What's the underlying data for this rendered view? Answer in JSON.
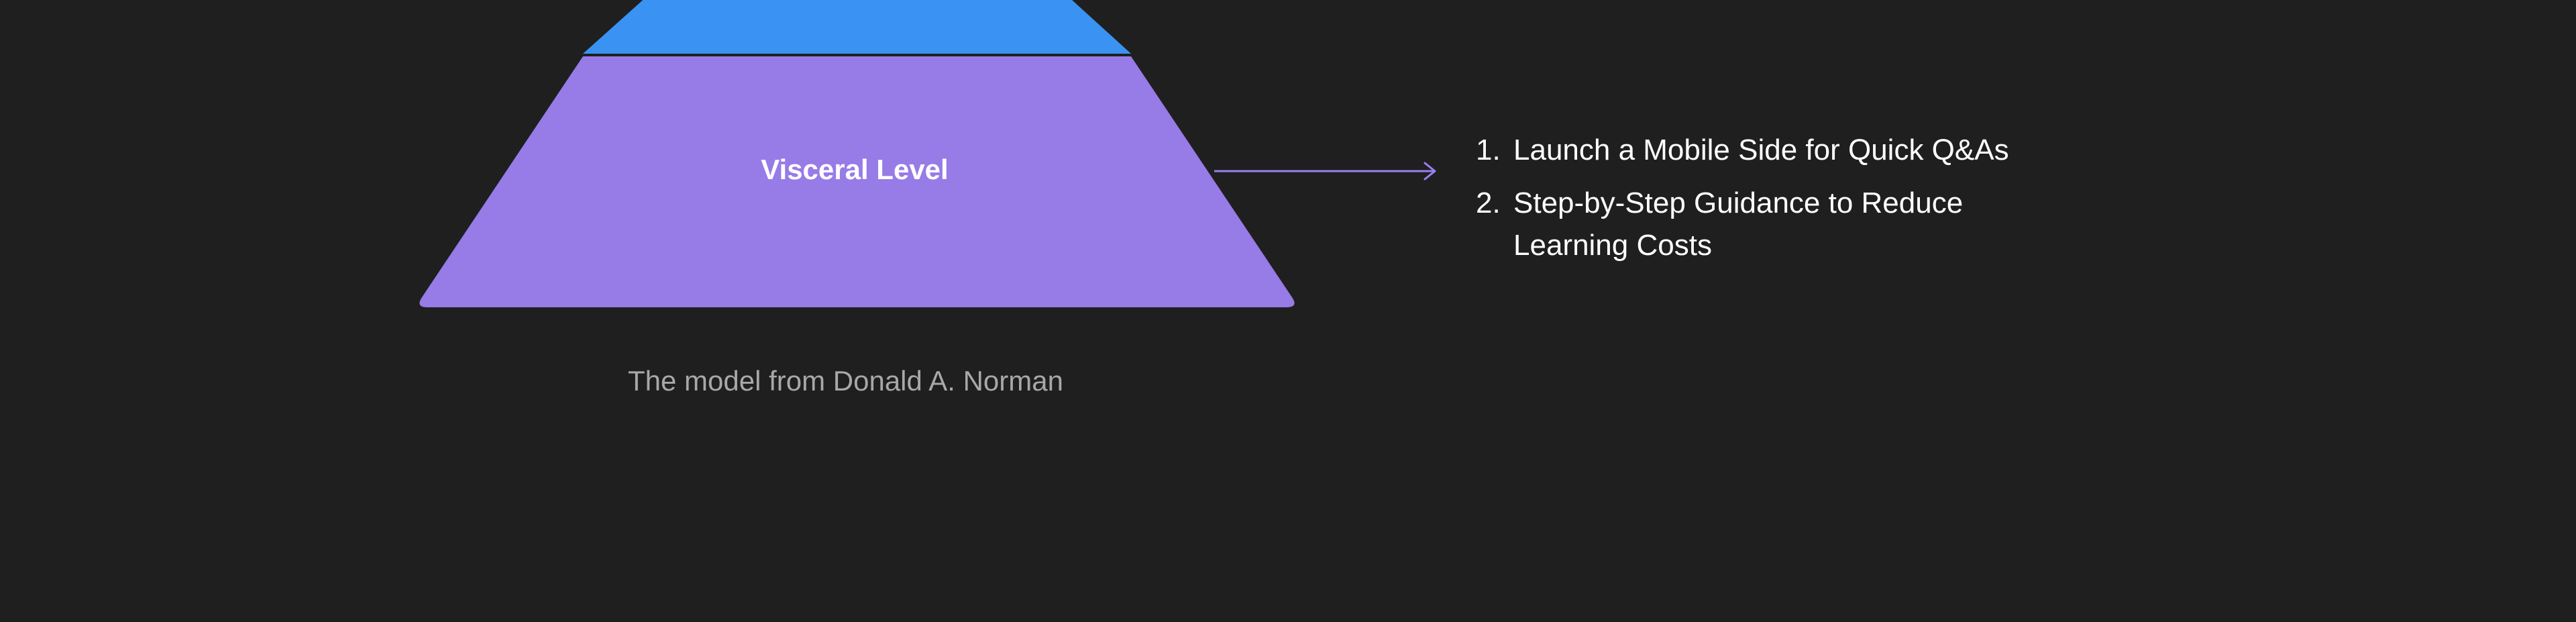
{
  "diagram": {
    "levels": [
      {
        "label": "",
        "color": "#3a93f2"
      },
      {
        "label": "Visceral Level",
        "color": "#977be7"
      }
    ],
    "connector_color": "#9b7ff0",
    "notes": [
      {
        "number": "1.",
        "text": "Launch a Mobile Side for Quick Q&As"
      },
      {
        "number": "2.",
        "text": "Step-by-Step Guidance to Reduce Learning Costs"
      }
    ],
    "caption": "The model from Donald A. Norman"
  }
}
